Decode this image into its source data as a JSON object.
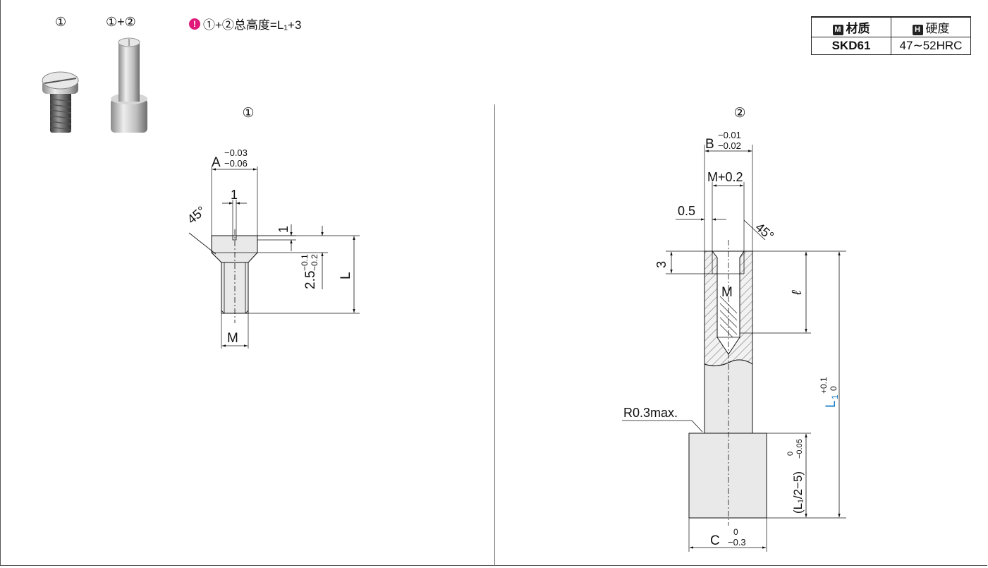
{
  "header": {
    "part1_label": "①",
    "part12_label": "①+②",
    "note_icon": "warning-icon",
    "note_text": "①+②总高度=L₁+3"
  },
  "spec_table": {
    "material_header": "材质",
    "material_icon_letter": "M",
    "hardness_header": "硬度",
    "hardness_icon_letter": "H",
    "material_value": "SKD61",
    "hardness_value": "47∼52HRC"
  },
  "drawing1": {
    "title": "①",
    "dim_A": "A",
    "dim_A_tol_upper": "−0.03",
    "dim_A_tol_lower": "−0.06",
    "dim_1_width": "1",
    "dim_1_depth": "1",
    "angle": "45°",
    "dim_height": "2.5",
    "dim_height_tol_upper": "−0.1",
    "dim_height_tol_lower": "−0.2",
    "dim_L": "L",
    "dim_M": "M"
  },
  "drawing2": {
    "title": "②",
    "dim_B": "B",
    "dim_B_tol_upper": "−0.01",
    "dim_B_tol_lower": "−0.02",
    "dim_M_plus": "M+0.2",
    "dim_05": "0.5",
    "angle": "45°",
    "dim_3": "3",
    "dim_M": "M",
    "dim_l": "ℓ",
    "dim_L1": "L",
    "dim_L1_sub": "1",
    "dim_L1_tol_upper": "+0.1",
    "dim_L1_tol_lower": "0",
    "dim_head": "(L₁/2−5)",
    "dim_head_tol_upper": "0",
    "dim_head_tol_lower": "−0.05",
    "radius_note": "R0.3max.",
    "dim_C": "C",
    "dim_C_tol_upper": "0",
    "dim_C_tol_lower": "−0.3"
  },
  "colors": {
    "accent_pink": "#e0187a",
    "accent_blue": "#1a7fc7",
    "part_fill": "#e9e9e9"
  }
}
